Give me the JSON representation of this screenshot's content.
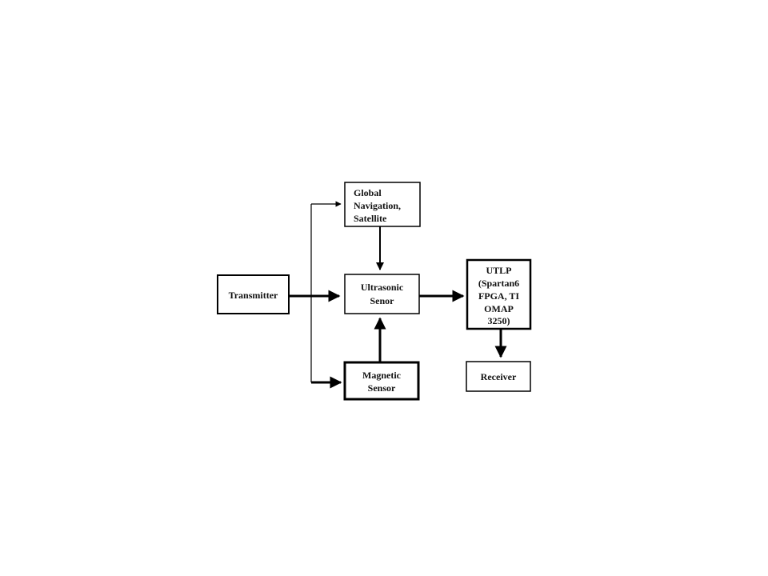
{
  "nodes": {
    "transmitter": {
      "lines": [
        "Transmitter"
      ]
    },
    "gnss": {
      "lines": [
        "Global",
        "Navigation,",
        "Satellite"
      ]
    },
    "ultrasonic": {
      "lines": [
        "Ultrasonic",
        "Senor"
      ]
    },
    "magnetic": {
      "lines": [
        "Magnetic",
        "Sensor"
      ]
    },
    "utlp": {
      "lines": [
        "UTLP",
        "(Spartan6",
        "FPGA, TI",
        "OMAP",
        "3250)"
      ]
    },
    "receiver": {
      "lines": [
        "Receiver"
      ]
    }
  },
  "edges": [
    {
      "from": "transmitter",
      "to": "ultrasonic"
    },
    {
      "from": "transmitter",
      "to": "gnss"
    },
    {
      "from": "transmitter",
      "to": "magnetic"
    },
    {
      "from": "gnss",
      "to": "ultrasonic"
    },
    {
      "from": "magnetic",
      "to": "ultrasonic"
    },
    {
      "from": "ultrasonic",
      "to": "utlp"
    },
    {
      "from": "utlp",
      "to": "receiver"
    }
  ],
  "colors": {
    "stroke": "#000000",
    "fill": "#ffffff",
    "text": "#111111"
  }
}
